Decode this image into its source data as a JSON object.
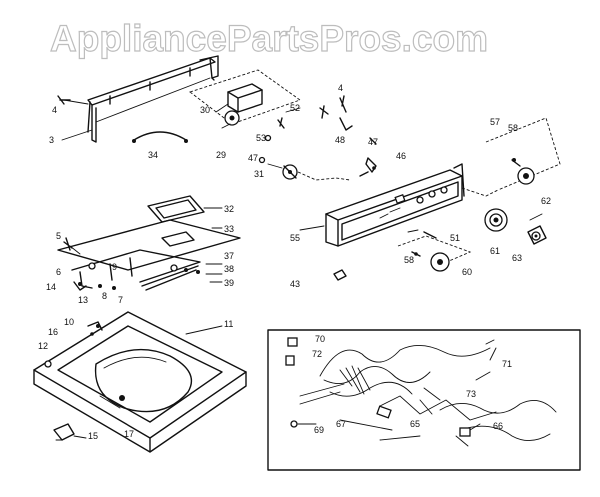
{
  "watermark": "AppliancePartsPros.com",
  "labels": {
    "p3": "3",
    "p4a": "4",
    "p4b": "4",
    "p5": "5",
    "p6": "6",
    "p7": "7",
    "p8": "8",
    "p9": "9",
    "p10": "10",
    "p11": "11",
    "p12": "12",
    "p13": "13",
    "p14": "14",
    "p15": "15",
    "p16": "16",
    "p17": "17",
    "p29": "29",
    "p30": "30",
    "p31": "31",
    "p32": "32",
    "p33": "33",
    "p34": "34",
    "p37": "37",
    "p38": "38",
    "p39": "39",
    "p43": "43",
    "p46": "46",
    "p47a": "47",
    "p47b": "47",
    "p48": "48",
    "p51": "51",
    "p52": "52",
    "p53": "53",
    "p55": "55",
    "p57": "57",
    "p58a": "58",
    "p58b": "58",
    "p60": "60",
    "p61": "61",
    "p62": "62",
    "p63": "63",
    "p65": "65",
    "p66": "66",
    "p67": "67",
    "p69": "69",
    "p70": "70",
    "p71": "71",
    "p72": "72",
    "p73": "73"
  }
}
